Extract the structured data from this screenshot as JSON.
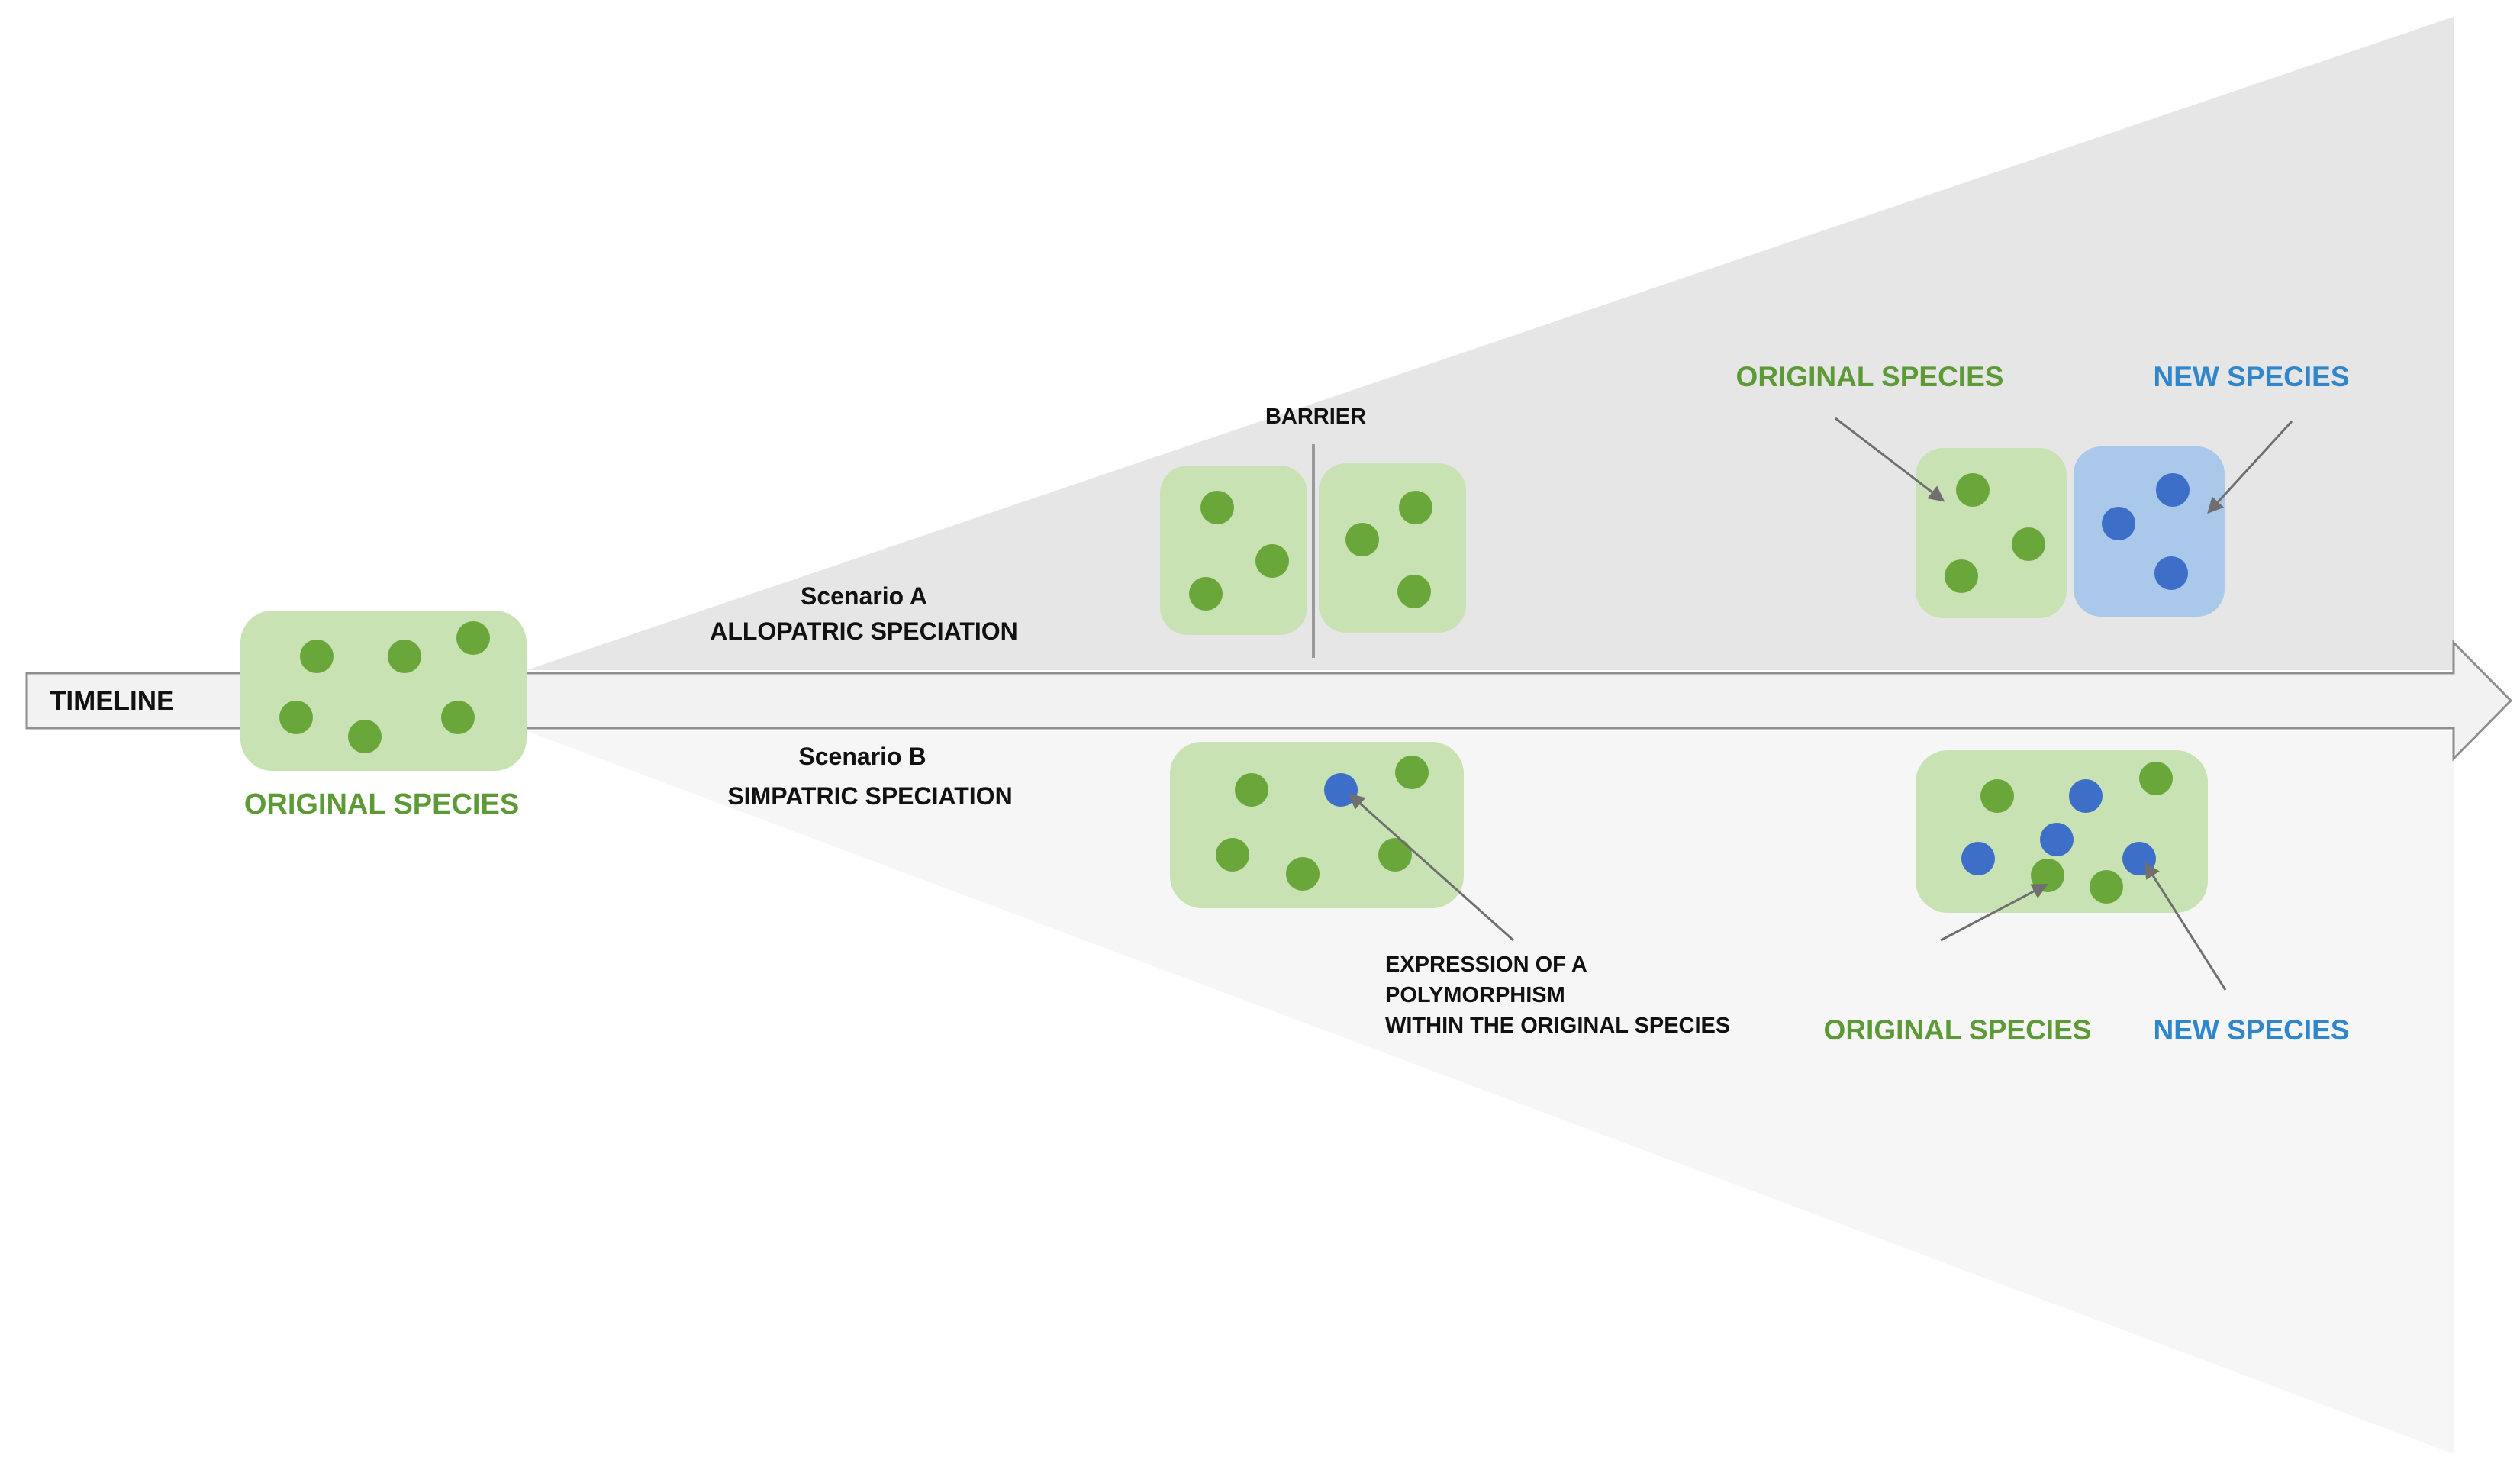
{
  "timeline": {
    "label": "TIMELINE"
  },
  "origin": {
    "label": "ORIGINAL SPECIES"
  },
  "scenario_a": {
    "title": "Scenario A",
    "subtitle": "ALLOPATRIC SPECIATION",
    "barrier_label": "BARRIER",
    "original_label": "ORIGINAL SPECIES",
    "new_label": "NEW SPECIES"
  },
  "scenario_b": {
    "title": "Scenario B",
    "subtitle": "SIMPATRIC SPECIATION",
    "polymorphism_line1": "EXPRESSION OF A",
    "polymorphism_line2": "POLYMORPHISM",
    "polymorphism_line3": "WITHIN THE ORIGINAL SPECIES",
    "original_label": "ORIGINAL SPECIES",
    "new_label": "NEW SPECIES"
  },
  "colors": {
    "original": "#6aa73a",
    "new": "#3d6fc9",
    "original_text": "#5b9a35",
    "new_text": "#2f86cc",
    "box_green": "#c8e2b4",
    "box_blue": "#a9c8ea",
    "upper_wedge": "#e6e6e6",
    "lower_wedge": "#f6f6f6"
  }
}
